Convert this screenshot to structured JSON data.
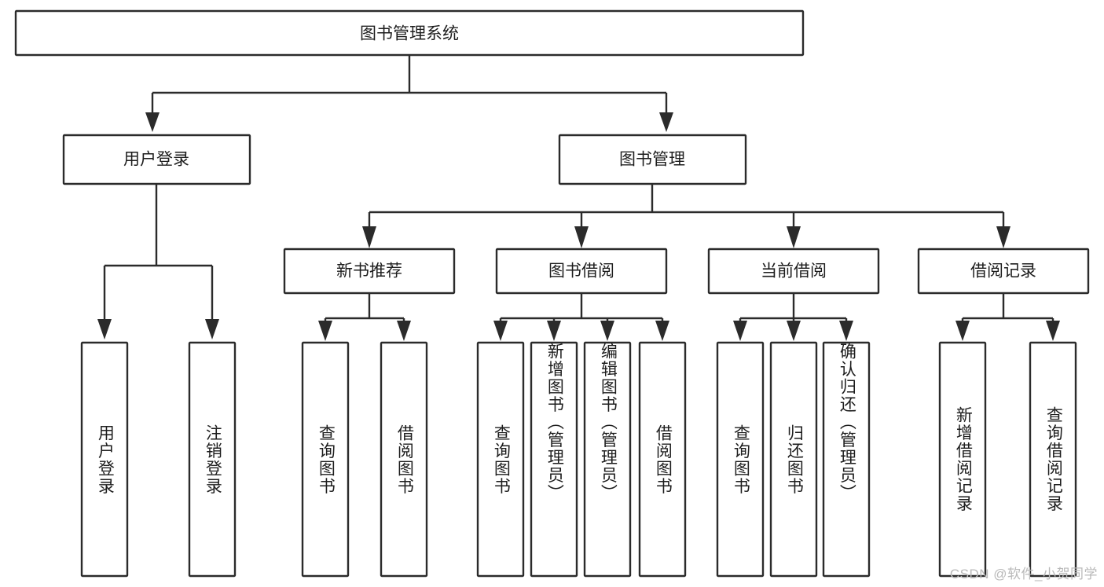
{
  "diagram": {
    "type": "tree-hierarchy-chart",
    "title_node": {
      "label": "图书管理系统"
    },
    "level2": [
      {
        "id": "user-login",
        "label": "用户登录"
      },
      {
        "id": "book-manage",
        "label": "图书管理"
      }
    ],
    "level3": [
      {
        "id": "new-book-recommend",
        "label": "新书推荐",
        "parent": "book-manage"
      },
      {
        "id": "book-borrow",
        "label": "图书借阅",
        "parent": "book-manage"
      },
      {
        "id": "current-borrow",
        "label": "当前借阅",
        "parent": "book-manage"
      },
      {
        "id": "borrow-record",
        "label": "借阅记录",
        "parent": "book-manage"
      }
    ],
    "leaves": [
      {
        "id": "leaf-user-login",
        "label": "用户登录",
        "parent": "user-login"
      },
      {
        "id": "leaf-logout-login",
        "label": "注销登录",
        "parent": "user-login"
      },
      {
        "id": "leaf-query-book-1",
        "label": "查询图书",
        "parent": "new-book-recommend"
      },
      {
        "id": "leaf-borrow-book-1",
        "label": "借阅图书",
        "parent": "new-book-recommend"
      },
      {
        "id": "leaf-query-book-2",
        "label": "查询图书",
        "parent": "book-borrow"
      },
      {
        "id": "leaf-add-book",
        "label": "新增图书（管理员）",
        "parent": "book-borrow"
      },
      {
        "id": "leaf-edit-book",
        "label": "编辑图书（管理员）",
        "parent": "book-borrow"
      },
      {
        "id": "leaf-borrow-book-2",
        "label": "借阅图书",
        "parent": "book-borrow"
      },
      {
        "id": "leaf-query-book-3",
        "label": "查询图书",
        "parent": "current-borrow"
      },
      {
        "id": "leaf-return-book",
        "label": "归还图书",
        "parent": "current-borrow"
      },
      {
        "id": "leaf-confirm-return",
        "label": "确认归还（管理员）",
        "parent": "current-borrow"
      },
      {
        "id": "leaf-add-record",
        "label": "新增借阅记录",
        "parent": "borrow-record"
      },
      {
        "id": "leaf-query-record",
        "label": "查询借阅记录",
        "parent": "borrow-record"
      }
    ],
    "colors": {
      "stroke": "#2b2b2b",
      "fill": "#ffffff",
      "text": "#1d1d1d",
      "watermark": "#b9b9b9"
    }
  },
  "watermark": {
    "text": "CSDN @软件_小贺同学"
  }
}
